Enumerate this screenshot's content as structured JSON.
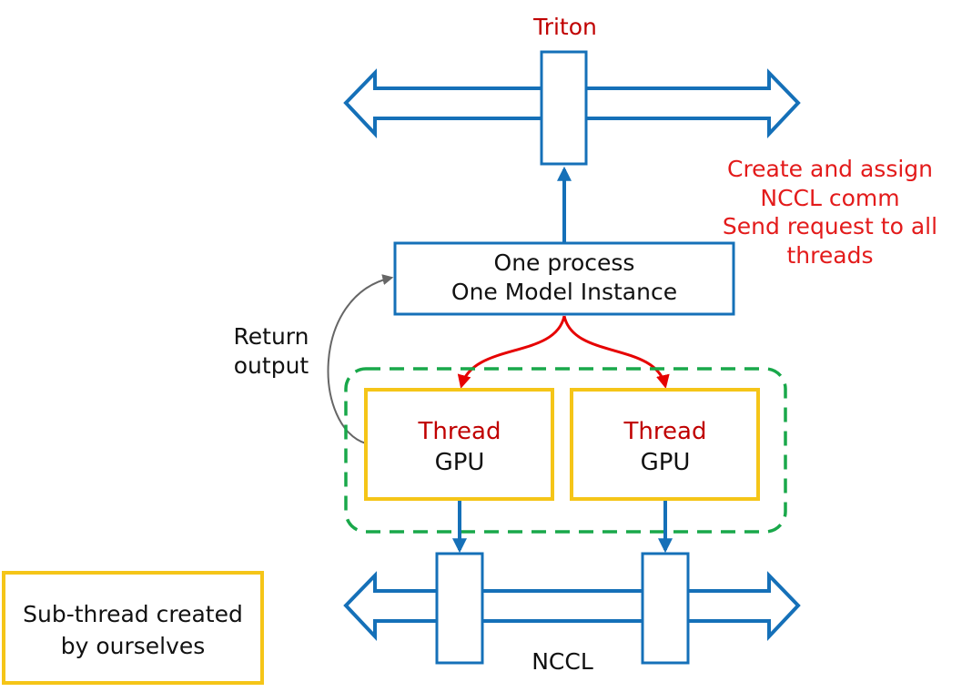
{
  "triton": {
    "label": "Triton"
  },
  "nccl": {
    "label": "NCCL"
  },
  "annotation": {
    "lines": [
      "Create and assign",
      "NCCL comm",
      "Send request to all",
      "threads"
    ]
  },
  "process_box": {
    "line1": "One process",
    "line2": "One Model Instance"
  },
  "return_label": {
    "line1": "Return",
    "line2": "output"
  },
  "threads": [
    {
      "title": "Thread",
      "device": "GPU"
    },
    {
      "title": "Thread",
      "device": "GPU"
    }
  ],
  "legend": {
    "line1": "Sub-thread created",
    "line2": "by ourselves"
  },
  "colors": {
    "blue": "#1570B8",
    "red_text": "#C00000",
    "annotation_red": "#E31B1B",
    "arrow_red": "#E60000",
    "yellow": "#F5C518",
    "green": "#19A84A",
    "gray": "#666666",
    "text": "#111111"
  }
}
